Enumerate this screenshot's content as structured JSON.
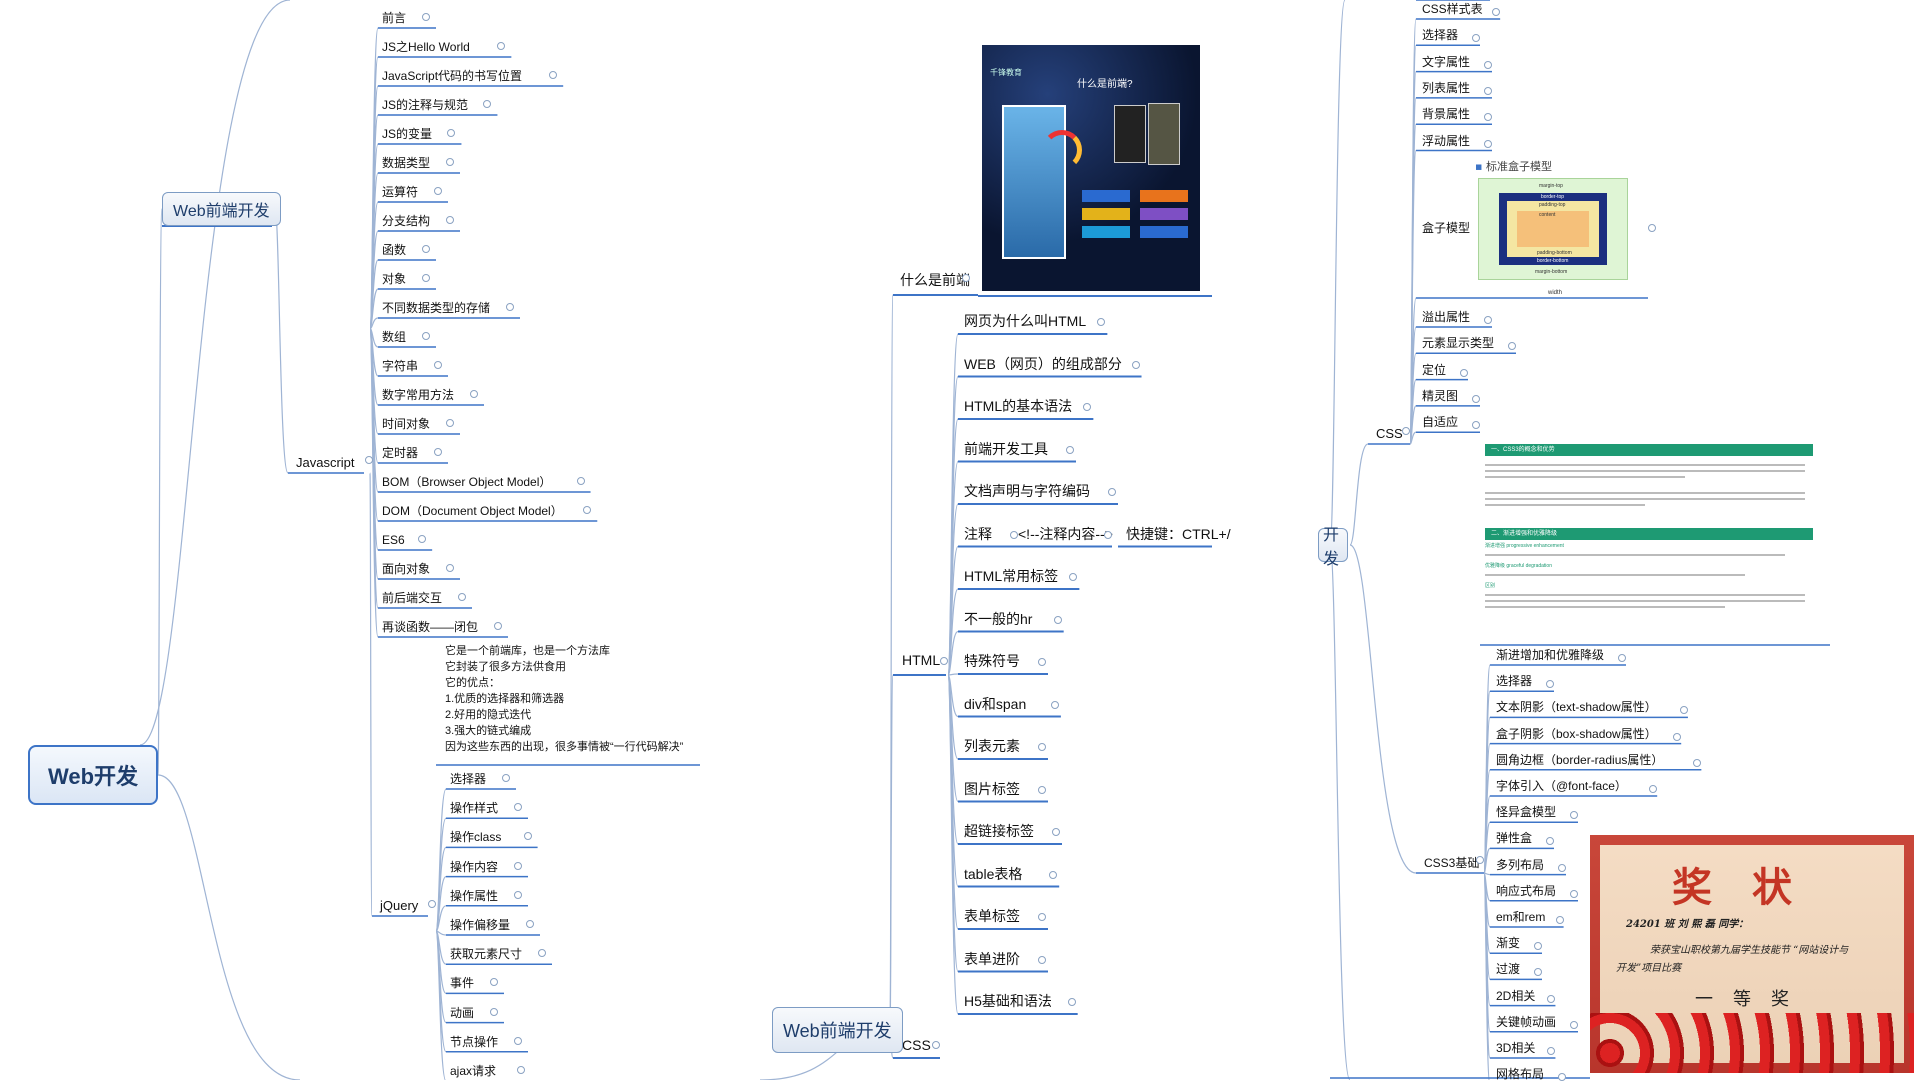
{
  "root": "Web开发",
  "left_panel": {
    "branch": "Web前端开发",
    "js": {
      "label": "Javascript",
      "items": [
        "前言",
        "JS之Hello World",
        "JavaScript代码的书写位置",
        "JS的注释与规范",
        "JS的变量",
        "数据类型",
        "运算符",
        "分支结构",
        "函数",
        "对象",
        "不同数据类型的存储",
        "数组",
        "字符串",
        "数字常用方法",
        "时间对象",
        "定时器",
        "BOM（Browser Object Model）",
        "DOM（Document Object Model）",
        "ES6",
        "面向对象",
        "前后端交互",
        "再谈函数——闭包"
      ]
    },
    "jquery": {
      "label": "jQuery",
      "description": "它是一个前端库，也是一个方法库\n它封装了很多方法供食用\n它的优点：\n1.优质的选择器和筛选器\n2.好用的隐式迭代\n3.强大的链式编成\n因为这些东西的出现，很多事情被“一行代码解决”",
      "items": [
        "选择器",
        "操作样式",
        "操作class",
        "操作内容",
        "操作属性",
        "操作偏移量",
        "获取元素尺寸",
        "事件",
        "动画",
        "节点操作",
        "ajax请求"
      ]
    }
  },
  "middle_panel": {
    "branch": "Web前端开发",
    "what": "什么是前端",
    "thumbnail": {
      "title": "什么是前端?",
      "brand": "千锋教育",
      "buttons": [
        "",
        "",
        "",
        "",
        "",
        ""
      ]
    },
    "html": {
      "label": "HTML",
      "items": [
        "网页为什么叫HTML",
        "WEB（网页）的组成部分",
        "HTML的基本语法",
        "前端开发工具",
        "文档声明与字符编码",
        "注释",
        "HTML常用标签",
        "不一般的hr",
        "特殊符号",
        "div和span",
        "列表元素",
        "图片标签",
        "超链接标签",
        "table表格",
        "表单标签",
        "表单进阶",
        "H5基础和语法"
      ],
      "comment_child": "<!--注释内容-->",
      "comment_grandchild": "快捷键：CTRL+/"
    },
    "css": "CSS"
  },
  "right_panel": {
    "branch_partial": "开发",
    "css": {
      "label": "CSS",
      "items_top": [
        "CSS样式表",
        "选择器",
        "文字属性",
        "列表属性",
        "背景属性",
        "浮动属性"
      ],
      "box_model": "盒子模型",
      "box_model_title": "标准盒子模型",
      "box_labels": {
        "margin_top": "margin-top",
        "border_top": "border-top",
        "padding_top": "padding-top",
        "content": "content",
        "padding_bottom": "padding-bottom",
        "border_bottom": "border-bottom",
        "margin_bottom": "margin-bottom",
        "width": "width"
      },
      "items_bottom": [
        "溢出属性",
        "元素显示类型",
        "定位",
        "精灵图",
        "自适应"
      ]
    },
    "doc": {
      "heading1": "一、CSS3的概念和优势",
      "heading2": "二、渐进增强和优雅降级",
      "sub1": "渐进增强 progressive enhancement",
      "sub2": "优雅降级 graceful degradation",
      "sub3": "区别"
    },
    "css3": {
      "label": "CSS3基础",
      "items": [
        "渐进增加和优雅降级",
        "选择器",
        "文本阴影（text-shadow属性）",
        "盒子阴影（box-shadow属性）",
        "圆角边框（border-radius属性）",
        "字体引入（@font-face）",
        "怪异盒模型",
        "弹性盒",
        "多列布局",
        "响应式布局",
        "em和rem",
        "渐变",
        "过渡",
        "2D相关",
        "关键帧动画",
        "3D相关",
        "网格布局"
      ]
    },
    "award": {
      "title": "奖状",
      "line1": "24201 班  刘 熙 磊  同学：",
      "line2": "荣获宝山职校第九届学生技能节 “网站设计与",
      "line3": "开发”项目比赛",
      "prize": "一等奖"
    }
  }
}
